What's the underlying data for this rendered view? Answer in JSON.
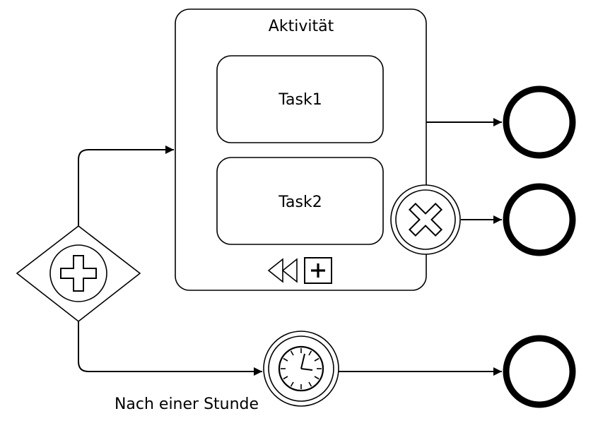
{
  "diagram": {
    "subprocess": {
      "label": "Aktivität"
    },
    "tasks": [
      {
        "label": "Task1"
      },
      {
        "label": "Task2"
      }
    ],
    "timer_event": {
      "label": "Nach einer Stunde"
    }
  }
}
